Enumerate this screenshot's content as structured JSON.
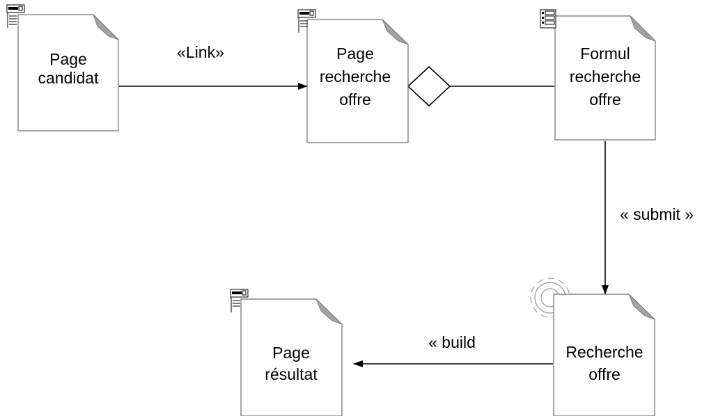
{
  "nodes": {
    "page_candidat": {
      "line1": "Page",
      "line2": "candidat",
      "icon": "web-page-icon"
    },
    "page_recherche_offre": {
      "line1": "Page",
      "line2": "recherche",
      "line3": "offre",
      "icon": "web-page-icon"
    },
    "formul_recherche_offre": {
      "line1": "Formul",
      "line2": "recherche",
      "line3": "offre",
      "icon": "form-icon"
    },
    "recherche_offre": {
      "line1": "Recherche",
      "line2": "offre",
      "icon": "gear-icon"
    },
    "page_resultat": {
      "line1": "Page",
      "line2": "résultat",
      "icon": "web-page-icon"
    }
  },
  "edges": {
    "link": {
      "label": "«Link»",
      "type": "directed-arrow"
    },
    "aggregation": {
      "label": "",
      "type": "aggregation-diamond"
    },
    "submit": {
      "label": "« submit »",
      "type": "directed-arrow"
    },
    "build": {
      "label": "« build",
      "type": "directed-arrow"
    }
  },
  "colors": {
    "page_outline": "#6e6e6e",
    "page_fold": "#a3a3a3",
    "line": "#000000",
    "background": "#ffffff"
  }
}
